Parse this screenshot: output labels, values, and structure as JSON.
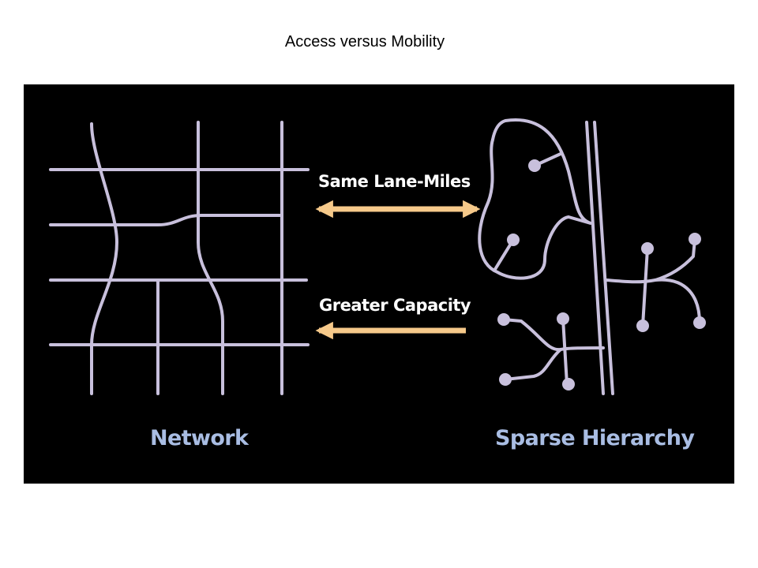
{
  "slide": {
    "title": "Access versus Mobility"
  },
  "figure": {
    "arrow_label_top": "Same Lane-Miles",
    "arrow_label_bottom": "Greater Capacity",
    "left_caption": "Network",
    "right_caption": "Sparse Hierarchy"
  },
  "colors": {
    "background": "#000000",
    "road": "#c8c0dc",
    "arrow": "#f6c98a",
    "caption": "#a9bde3"
  },
  "icons": [
    "double-headed-arrow",
    "left-arrow"
  ]
}
